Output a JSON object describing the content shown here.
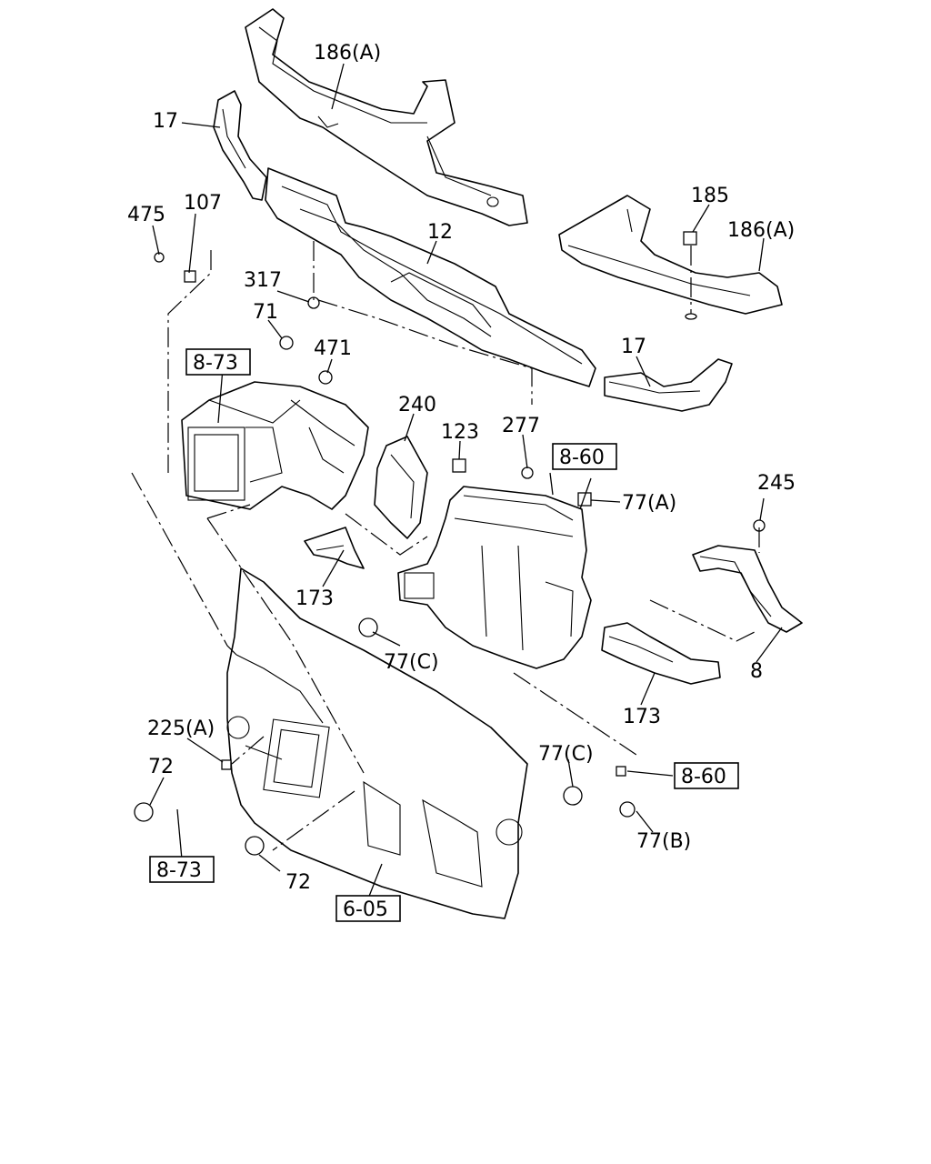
{
  "callouts": {
    "c186a_top": "186(A)",
    "c17_left": "17",
    "c475": "475",
    "c107": "107",
    "c12": "12",
    "c185": "185",
    "c186a_right": "186(A)",
    "c317": "317",
    "c71": "71",
    "c471": "471",
    "c17_right": "17",
    "c240": "240",
    "c123": "123",
    "c277": "277",
    "c77a": "77(A)",
    "c245": "245",
    "c173_left": "173",
    "c77c_mid": "77(C)",
    "c8": "8",
    "c173_right": "173",
    "c225a": "225(A)",
    "c72_left": "72",
    "c77c_right": "77(C)",
    "c77b": "77(B)",
    "c72_bottom": "72"
  },
  "refs": {
    "r873_top": "8-73",
    "r860_top": "8-60",
    "r860_bottom": "8-60",
    "r873_bottom": "8-73",
    "r605": "6-05"
  }
}
